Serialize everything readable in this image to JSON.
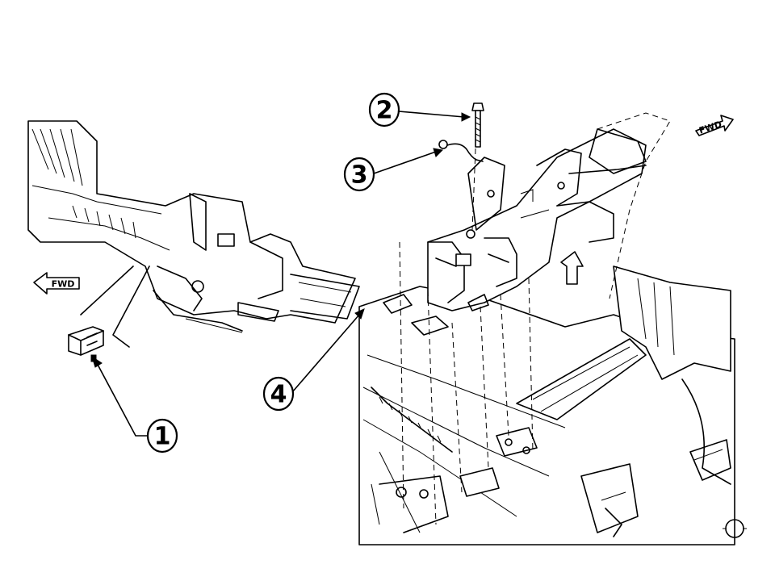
{
  "diagram": {
    "callouts": [
      {
        "id": "1",
        "label": "1"
      },
      {
        "id": "2",
        "label": "2"
      },
      {
        "id": "3",
        "label": "3"
      },
      {
        "id": "4",
        "label": "4"
      }
    ],
    "direction_labels": {
      "left_view": "FWD",
      "right_view": "FWD"
    }
  }
}
